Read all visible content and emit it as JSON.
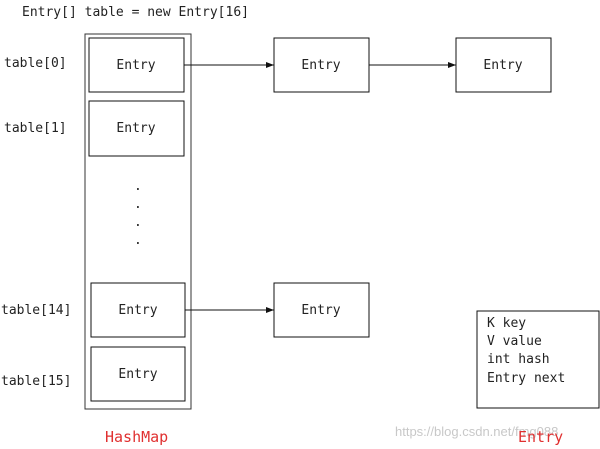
{
  "header": {
    "code": "Entry[] table = new Entry[16]"
  },
  "rows": {
    "r0": {
      "label": "table[0]",
      "entry": "Entry"
    },
    "r1": {
      "label": "table[1]",
      "entry": "Entry"
    },
    "r14": {
      "label": "table[14]",
      "entry": "Entry"
    },
    "r15": {
      "label": "table[15]",
      "entry": "Entry"
    }
  },
  "ellipsis": {
    "d1": ".",
    "d2": ".",
    "d3": ".",
    "d4": "."
  },
  "chain0": {
    "n1": "Entry",
    "n2": "Entry"
  },
  "chain14": {
    "n1": "Entry"
  },
  "hashmap_label": "HashMap",
  "entry_struct": {
    "f1": "K  key",
    "f2": "V  value",
    "f3": "int  hash",
    "f4": "Entry  next",
    "caption": "Entry"
  },
  "watermark": "https://blog.csdn.net/fmg088",
  "colors": {
    "caption": "#e03030",
    "line": "#111111",
    "watermark": "#c8c8c8"
  }
}
